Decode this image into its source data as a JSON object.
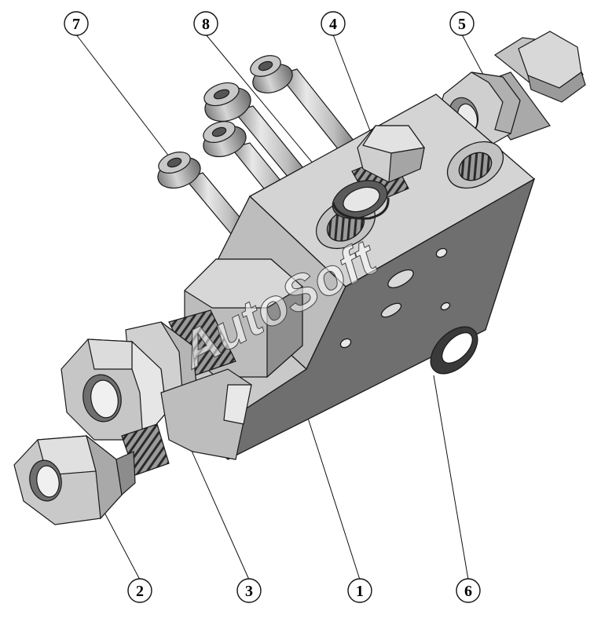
{
  "watermark": "AutoSoft",
  "callouts": [
    {
      "id": "c1",
      "label": "1"
    },
    {
      "id": "c2",
      "label": "2"
    },
    {
      "id": "c3",
      "label": "3"
    },
    {
      "id": "c4",
      "label": "4"
    },
    {
      "id": "c5",
      "label": "5"
    },
    {
      "id": "c6",
      "label": "6"
    },
    {
      "id": "c7",
      "label": "7"
    },
    {
      "id": "c8",
      "label": "8"
    }
  ],
  "colors": {
    "metal_light": "#d9d9d9",
    "metal_mid": "#b3b3b3",
    "metal_dark": "#8c8c8c",
    "block_face": "#6f6f6f",
    "outline": "#1a1a1a",
    "watermark": "#ffffff"
  }
}
